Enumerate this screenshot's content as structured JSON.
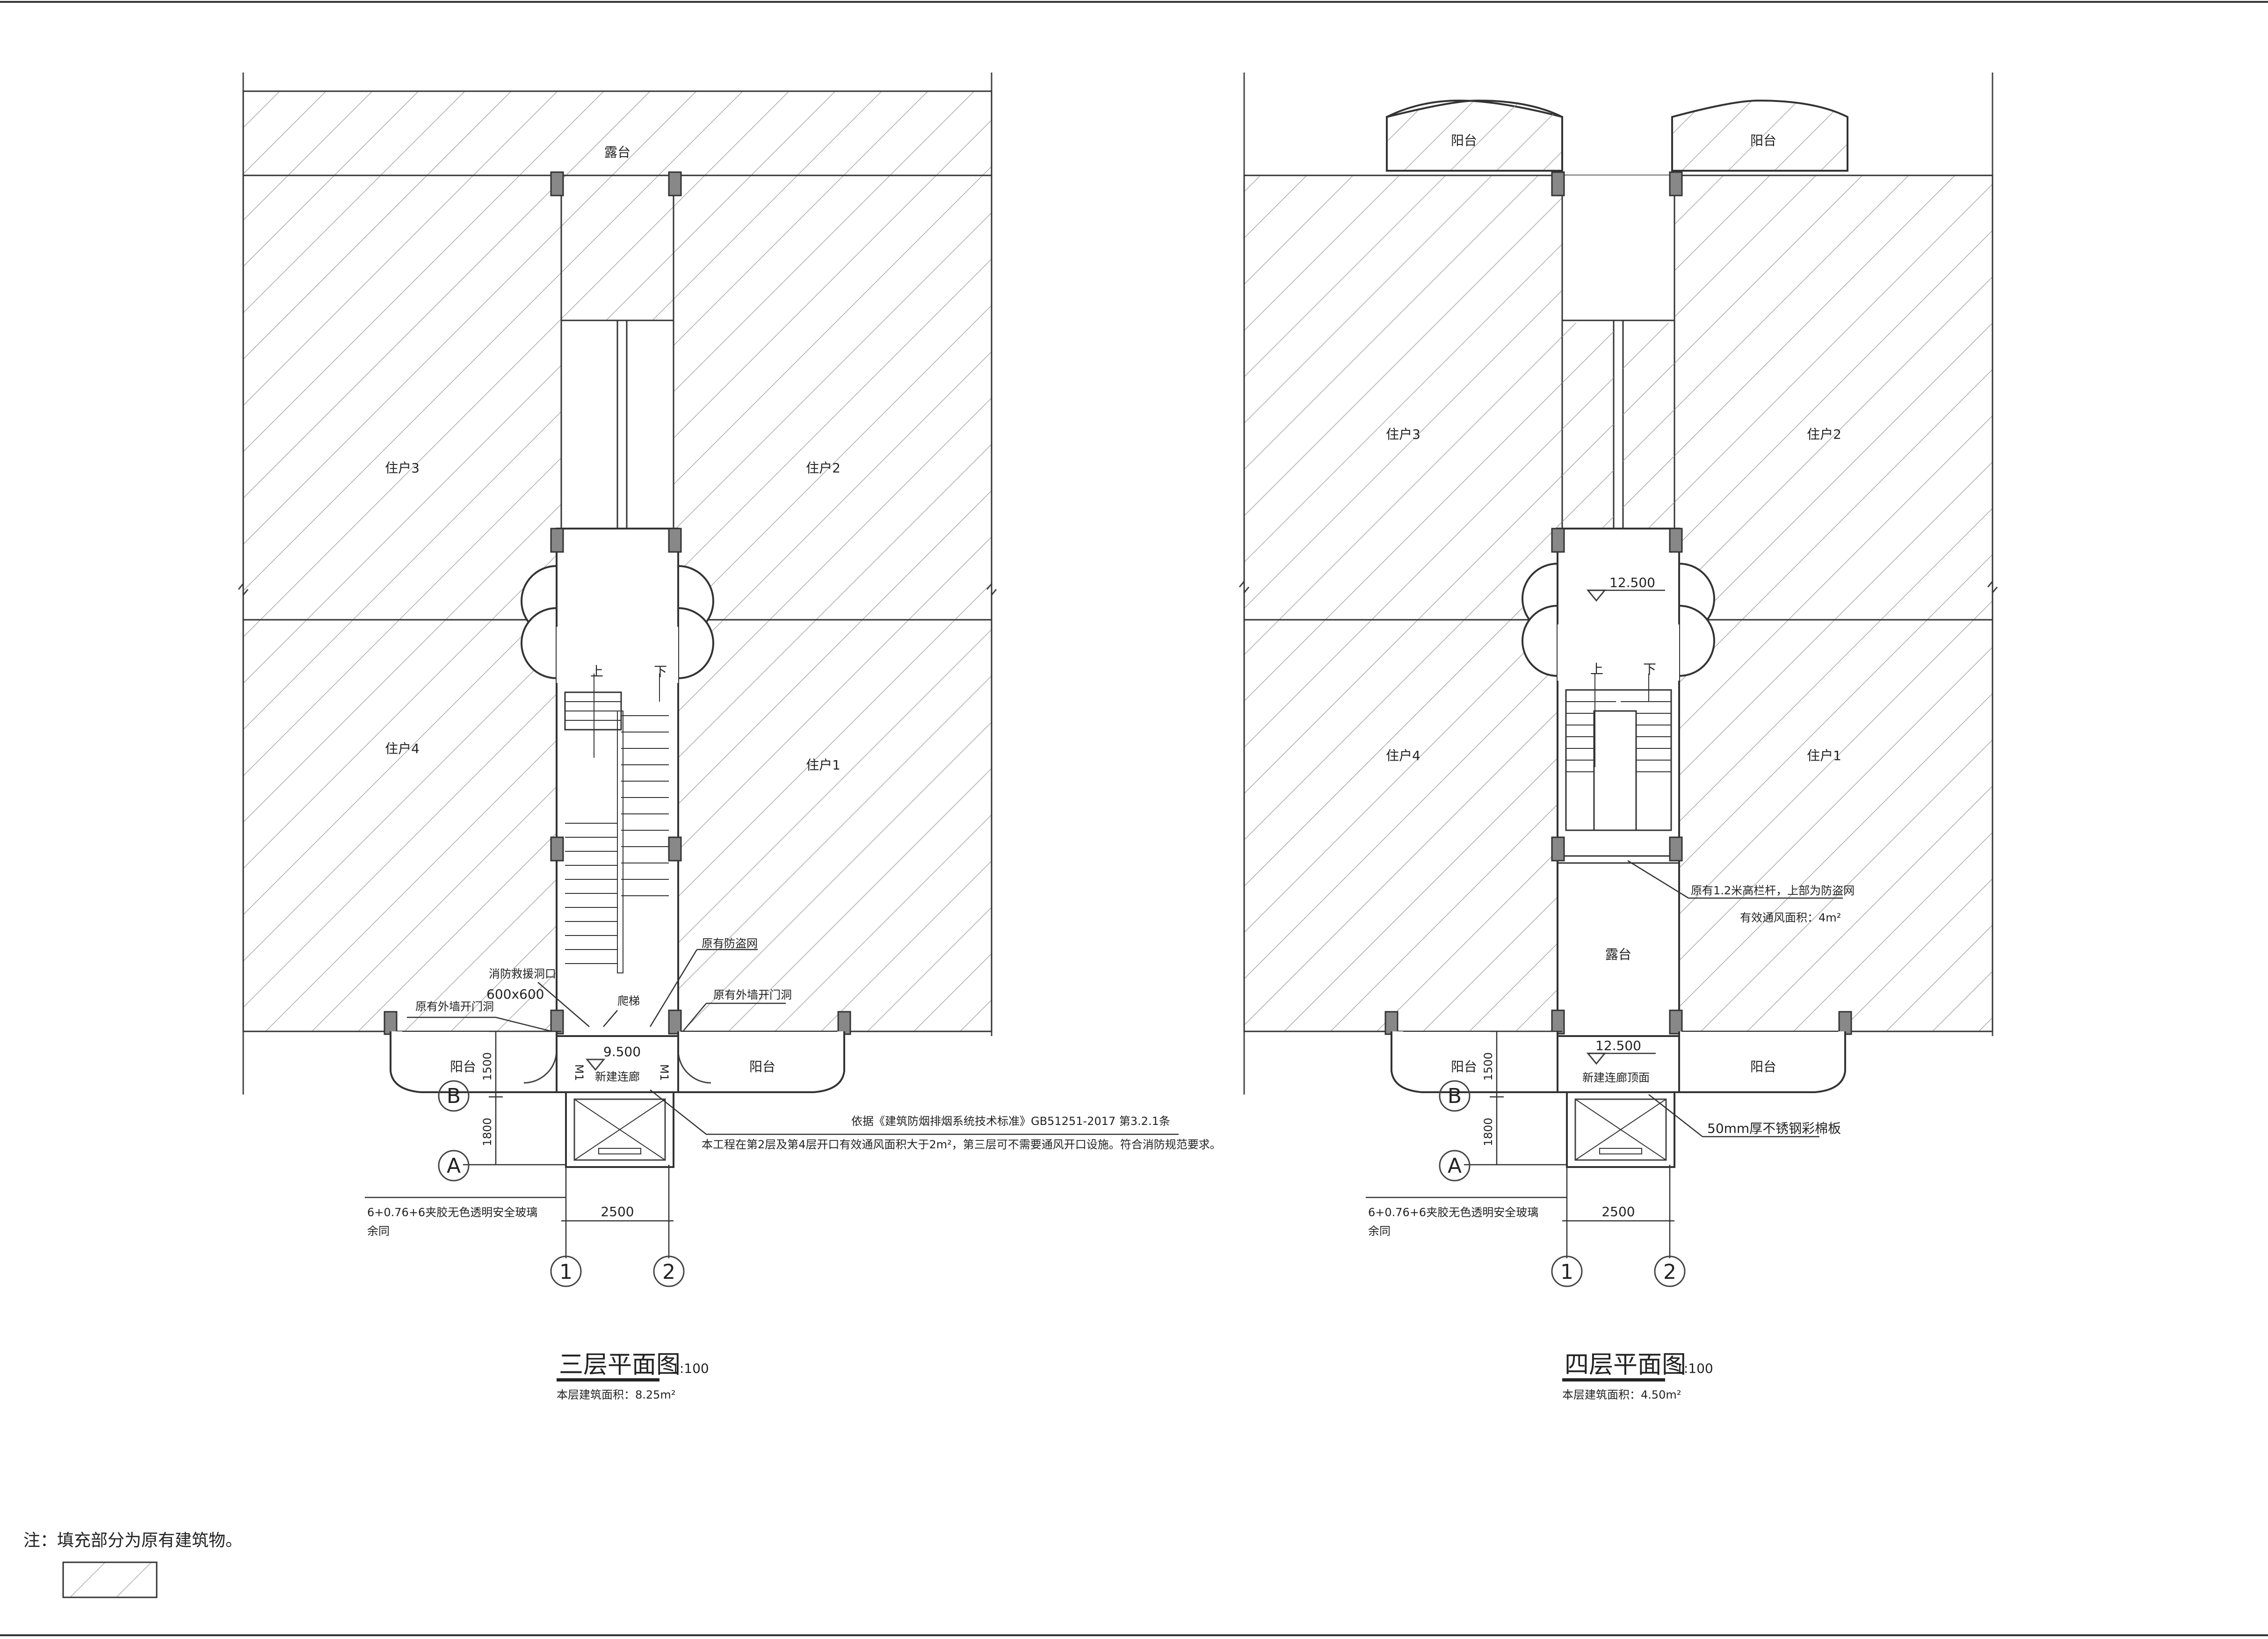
{
  "plan3": {
    "title": "三层平面图",
    "scale": "1:100",
    "area": "本层建筑面积：8.25m²",
    "rooms": {
      "terrace_top": "露台",
      "unit3": "住户3",
      "unit2": "住户2",
      "unit4": "住户4",
      "unit1": "住户1",
      "balcony_left": "阳台",
      "balcony_right": "阳台"
    },
    "stair_up": "上",
    "stair_down": "下",
    "elevation": "9.500",
    "corridor": "新建连廊",
    "door_left": "M1",
    "door_right": "M1",
    "fire_opening_label": "消防救援洞口",
    "fire_opening_size": "600x600",
    "ladder": "爬梯",
    "orig_wall_opening_left": "原有外墙开门洞",
    "orig_wall_opening_right": "原有外墙开门洞",
    "orig_security_net": "原有防盗网",
    "standard_note": "依据《建筑防烟排烟系统技术标准》GB51251-2017  第3.2.1条",
    "vent_note": "本工程在第2层及第4层开口有效通风面积大于2m²，第三层可不需要通风开口设施。符合消防规范要求。",
    "glass_note": "6+0.76+6夹胶无色透明安全玻璃",
    "glass_note2": "余同",
    "dim_1500": "1500",
    "dim_1800": "1800",
    "dim_2500": "2500",
    "axis_A": "A",
    "axis_B": "B",
    "axis_1": "1",
    "axis_2": "2"
  },
  "plan4": {
    "title": "四层平面图",
    "scale": "1:100",
    "area": "本层建筑面积：4.50m²",
    "rooms": {
      "balcony_top_left": "阳台",
      "balcony_top_right": "阳台",
      "unit3": "住户3",
      "unit2": "住户2",
      "unit4": "住户4",
      "unit1": "住户1",
      "terrace": "露台",
      "balcony_left": "阳台",
      "balcony_right": "阳台"
    },
    "stair_up": "上",
    "stair_down": "下",
    "elevation_upper": "12.500",
    "elevation_lower": "12.500",
    "corridor_roof": "新建连廊顶面",
    "railing_note": "原有1.2米高栏杆，上部为防盗网",
    "vent_area": "有效通风面积：4m²",
    "steel_plate": "50mm厚不锈钢彩棉板",
    "glass_note": "6+0.76+6夹胶无色透明安全玻璃",
    "glass_note2": "余同",
    "dim_1500": "1500",
    "dim_1800": "1800",
    "dim_2500": "2500",
    "axis_A": "A",
    "axis_B": "B",
    "axis_1": "1",
    "axis_2": "2"
  },
  "legend": {
    "note": "注：填充部分为原有建筑物。"
  },
  "colors": {
    "hatch": "#9a9a9a",
    "line": "#333333",
    "column": "#888888"
  }
}
